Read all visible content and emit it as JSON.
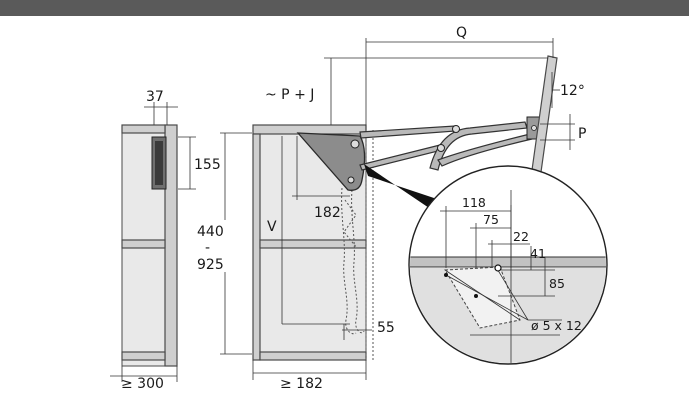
{
  "dimensions": {
    "d37": "37",
    "d155": "155",
    "d440": "440",
    "d_dash": "-",
    "d925": "925",
    "d300": "≥ 300",
    "pj": "~ P + J",
    "q": "Q",
    "p": "P",
    "angle": "12°",
    "v": "V",
    "d182": "182",
    "d55": "55",
    "d182b": "≥ 182"
  },
  "detail": {
    "d118": "118",
    "d75": "75",
    "d22": "22",
    "d41": "41",
    "d85": "85",
    "hole": "ø 5 x 12"
  },
  "colors": {
    "banner": "#5a5a5a",
    "panel": "#cfcfcf",
    "mechanism": "#8c8c8c",
    "callout": "#111111"
  }
}
